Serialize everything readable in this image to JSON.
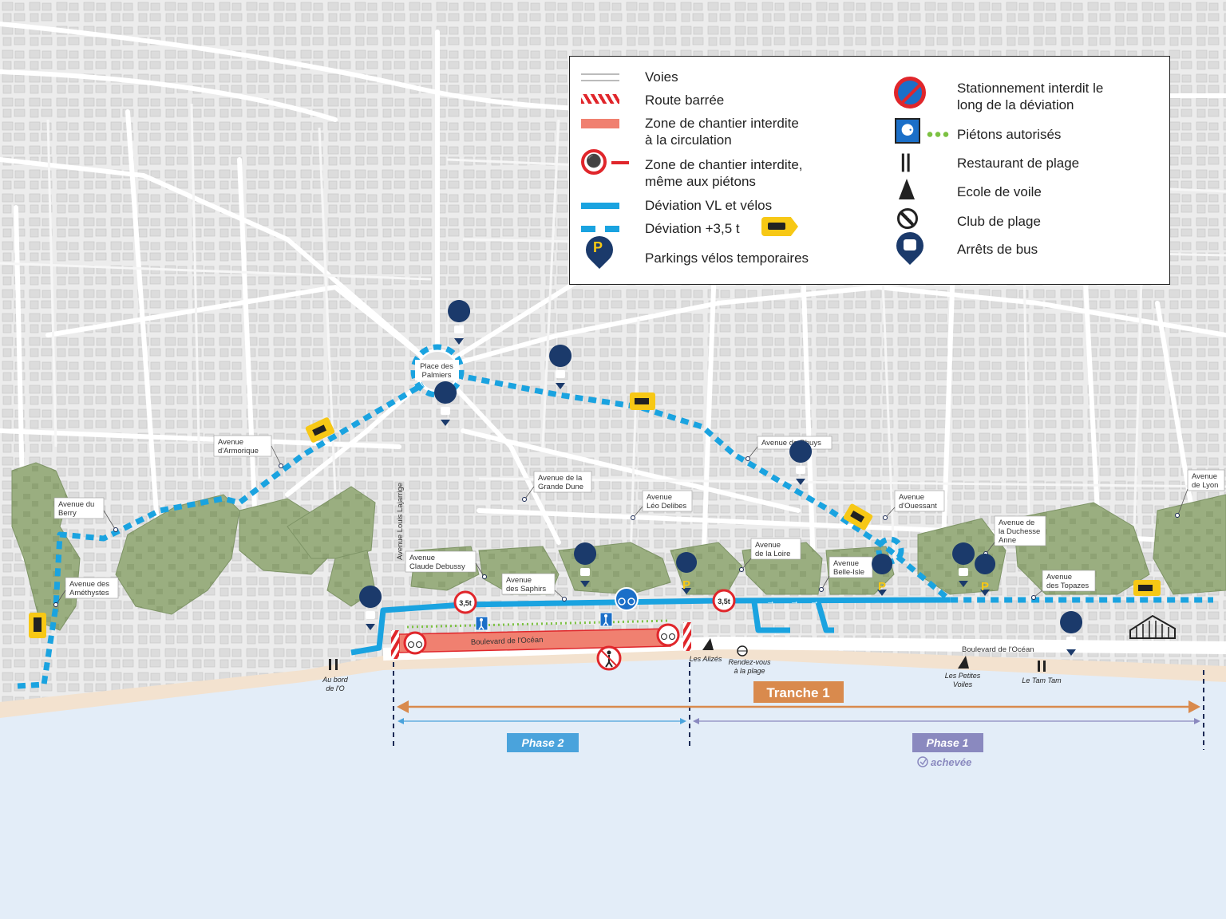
{
  "legend": {
    "voies": "Voies",
    "route_barree": "Route barrée",
    "zone_interdite_circ": "Zone de chantier interdite",
    "zone_interdite_circ_2": "à la circulation",
    "zone_interdite_piet": "Zone de chantier interdite,",
    "zone_interdite_piet_2": "même aux piétons",
    "deviation_vl": "Déviation VL et vélos",
    "deviation_35": "Déviation +3,5 t",
    "parkings_velos": "Parkings vélos temporaires",
    "stationnement": "Stationnement interdit le",
    "stationnement_2": "long de la déviation",
    "pietons": "Piétons autorisés",
    "restaurant": "Restaurant de plage",
    "ecole_voile": "Ecole de voile",
    "club_plage": "Club de plage",
    "arrets_bus": "Arrêts de bus"
  },
  "streets": {
    "place_palmiers_1": "Place des",
    "place_palmiers_2": "Palmiers",
    "armorique_1": "Avenue",
    "armorique_2": "d'Armorique",
    "berry_1": "Avenue du",
    "berry_2": "Berry",
    "amethystes_1": "Avenue des",
    "amethystes_2": "Améthystes",
    "lajarrige": "Avenue Louis Lajarrige",
    "debussy_1": "Avenue",
    "debussy_2": "Claude Debussy",
    "grande_dune_1": "Avenue de la",
    "grande_dune_2": "Grande Dune",
    "delibes_1": "Avenue",
    "delibes_2": "Léo Delibes",
    "saphirs_1": "Avenue",
    "saphirs_2": "des Saphirs",
    "rhuys": "Avenue de Rhuys",
    "ouessant_1": "Avenue",
    "ouessant_2": "d'Ouessant",
    "loire_1": "Avenue",
    "loire_2": "de la Loire",
    "belle_isle_1": "Avenue",
    "belle_isle_2": "Belle-Isle",
    "duchesse_1": "Avenue de",
    "duchesse_2": "la Duchesse",
    "duchesse_3": "Anne",
    "topazes_1": "Avenue",
    "topazes_2": "des Topazes",
    "lyon_1": "Avenue",
    "lyon_2": "de Lyon",
    "bd_ocean": "Boulevard de l'Océan",
    "bd_ocean_2": "Boulevard de l'Océan"
  },
  "places": {
    "au_bord_1": "Au bord",
    "au_bord_2": "de l'O",
    "alizes": "Les Alizés",
    "rdv_1": "Rendez-vous",
    "rdv_2": "à la plage",
    "petites_voiles_1": "Les Petites",
    "petites_voiles_2": "Voiles",
    "tam_tam": "Le Tam Tam"
  },
  "signs": {
    "weight_1": "3,5t",
    "weight_2": "3,5t"
  },
  "phases": {
    "tranche": "Tranche 1",
    "phase2": "Phase 2",
    "phase1": "Phase 1",
    "achevee": "achevée"
  },
  "colors": {
    "deviation": "#1aa3e0",
    "chantier": "#f08070",
    "green_zone": "#9aae80",
    "sea": "#e3edf8",
    "beach": "#f3e2cf",
    "tranche": "#d98a4d",
    "phase2": "#4aa3dc",
    "phase1": "#8a89bf",
    "bus": "#1b3a6b"
  }
}
